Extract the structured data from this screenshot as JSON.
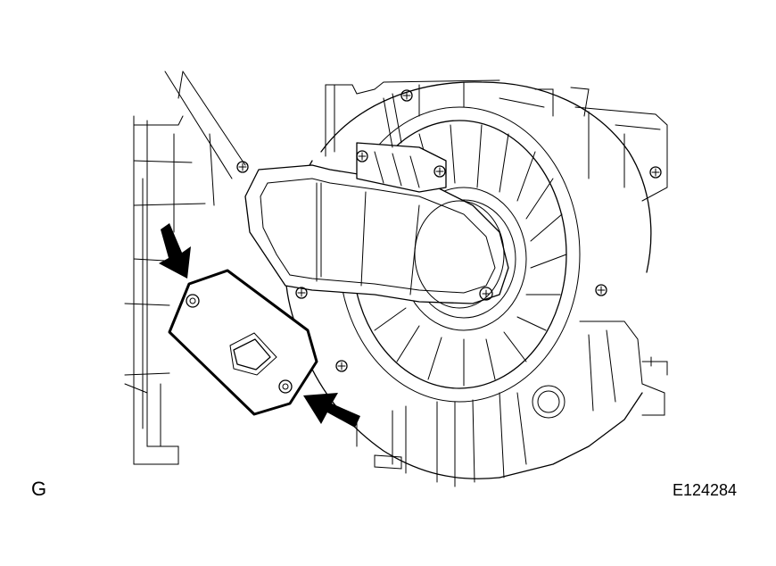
{
  "labels": {
    "view_letter": "G",
    "figure_code": "E124284"
  },
  "callouts": {
    "arrow_count": 2,
    "highlighted_part": "blower-resistor"
  },
  "colors": {
    "line": "#000000",
    "background": "#ffffff"
  }
}
